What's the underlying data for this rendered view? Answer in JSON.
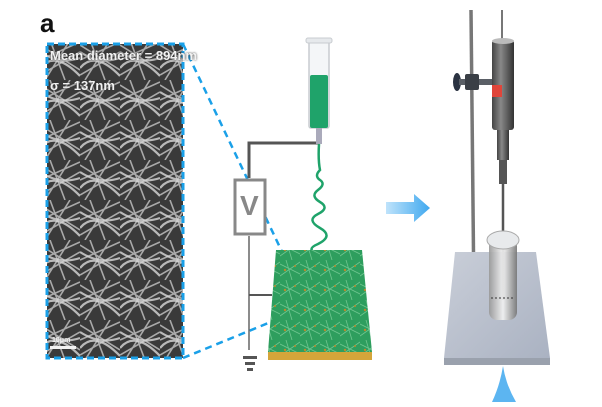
{
  "figure": {
    "panel_label": "a",
    "sem_image": {
      "mean_diameter_label": "Mean diameter = 894nm",
      "sigma_label": "σ = 137nm",
      "scale_bar_label": "10μm"
    },
    "electrospinning": {
      "voltage_symbol": "V",
      "solution_color": "#1fa36a",
      "fiber_mat_color": "#2e9e5e",
      "substrate_color": "#d4a53a"
    },
    "arrow": {
      "direction": "right",
      "color": "#6ac4f5"
    },
    "sonicator": {
      "tag_color": "#e0453a"
    },
    "accent_dash_color": "#1aa0e8"
  }
}
